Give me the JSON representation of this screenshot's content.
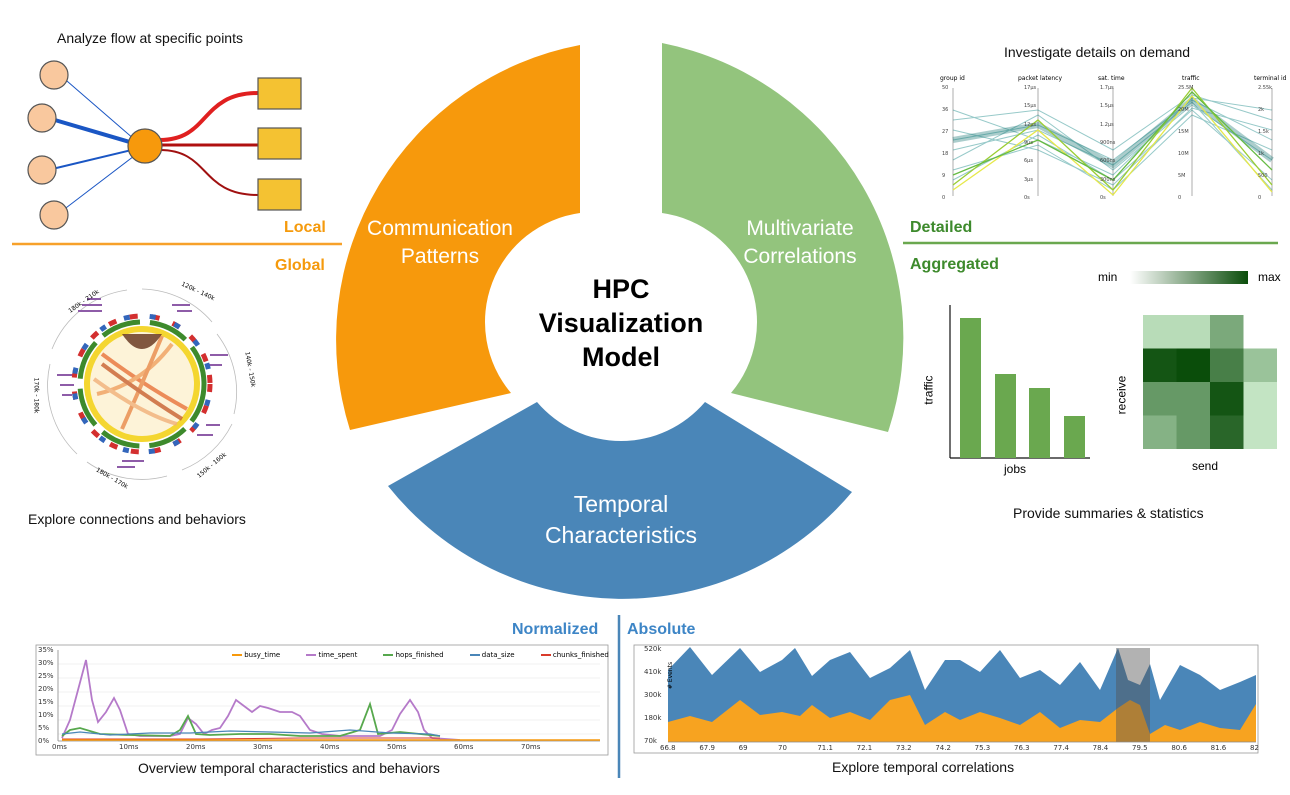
{
  "center": {
    "line1": "HPC",
    "line2": "Visualization",
    "line3": "Model"
  },
  "segments": {
    "communication": {
      "line1": "Communication",
      "line2": "Patterns",
      "color": "#f7990c"
    },
    "multivariate": {
      "line1": "Multivariate",
      "line2": "Correlations",
      "color": "#93c47d"
    },
    "temporal": {
      "line1": "Temporal",
      "line2": "Characteristics",
      "color": "#4a86b8"
    }
  },
  "levels": {
    "local": "Local",
    "global": "Global",
    "detailed": "Detailed",
    "aggregated": "Aggregated",
    "normalized": "Normalized",
    "absolute": "Absolute"
  },
  "captions": {
    "flow": "Analyze flow at specific points",
    "connections": "Explore connections and behaviors",
    "details": "Investigate details on demand",
    "summaries": "Provide summaries & statistics",
    "overview": "Overview temporal characteristics and behaviors",
    "correlations": "Explore temporal correlations"
  },
  "colors": {
    "orange": "#f7990c",
    "green": "#93c47d",
    "dark_green": "#3d8a2c",
    "blue": "#4a86b8",
    "teal": "#1a8a88"
  },
  "parallel_coords": {
    "axes": [
      "group id",
      "packet latency",
      "sat. time",
      "traffic",
      "terminal id"
    ],
    "ticks": [
      [
        "50",
        "36",
        "27",
        "18",
        "9",
        "0"
      ],
      [
        "17µs",
        "15µs",
        "12µs",
        "9µs",
        "6µs",
        "3µs",
        "0s"
      ],
      [
        "1.7µs",
        "1.5µs",
        "1.2µs",
        "900ns",
        "600ns",
        "300ns",
        "0s"
      ],
      [
        "25.5M",
        "20M",
        "15M",
        "10M",
        "5M",
        "0"
      ],
      [
        "2.55k",
        "2k",
        "1.5k",
        "1k",
        "500",
        "0"
      ]
    ]
  },
  "bar_chart": {
    "xlabel": "jobs",
    "ylabel": "traffic",
    "values": [
      1.0,
      0.6,
      0.5,
      0.3
    ]
  },
  "heatmap": {
    "xlabel": "send",
    "ylabel": "receive",
    "legend_min": "min",
    "legend_max": "max",
    "cells": [
      [
        0.15,
        0.15,
        0.45,
        0.0
      ],
      [
        0.95,
        1.0,
        0.7,
        0.3
      ],
      [
        0.55,
        0.55,
        0.95,
        0.1
      ],
      [
        0.4,
        0.55,
        0.85,
        0.1
      ]
    ]
  },
  "chord_labels": [
    "180k - 210k",
    "120k - 140k",
    "140k - 150k",
    "150k - 160k",
    "180k - 170k",
    "170k - 180k"
  ],
  "line_chart": {
    "legend": [
      "busy_time",
      "time_spent",
      "hops_finished",
      "data_size",
      "chunks_finished"
    ],
    "legend_colors": [
      "#f7990c",
      "#b57ac9",
      "#57a84d",
      "#4a86b8",
      "#d93b2b"
    ],
    "yticks": [
      "35%",
      "30%",
      "25%",
      "20%",
      "15%",
      "10%",
      "5%",
      "0%"
    ],
    "xticks": [
      "0ms",
      "10ms",
      "20ms",
      "30ms",
      "40ms",
      "50ms",
      "60ms",
      "70ms"
    ]
  },
  "area_chart": {
    "ylabel": "# Events",
    "yticks": [
      "520k",
      "410k",
      "300k",
      "180k",
      "70k"
    ],
    "xticks": [
      "66.8",
      "67.9",
      "69",
      "70",
      "71.1",
      "72.1",
      "73.2",
      "74.2",
      "75.3",
      "76.3",
      "77.4",
      "78.4",
      "79.5",
      "80.6",
      "81.6",
      "82"
    ]
  }
}
